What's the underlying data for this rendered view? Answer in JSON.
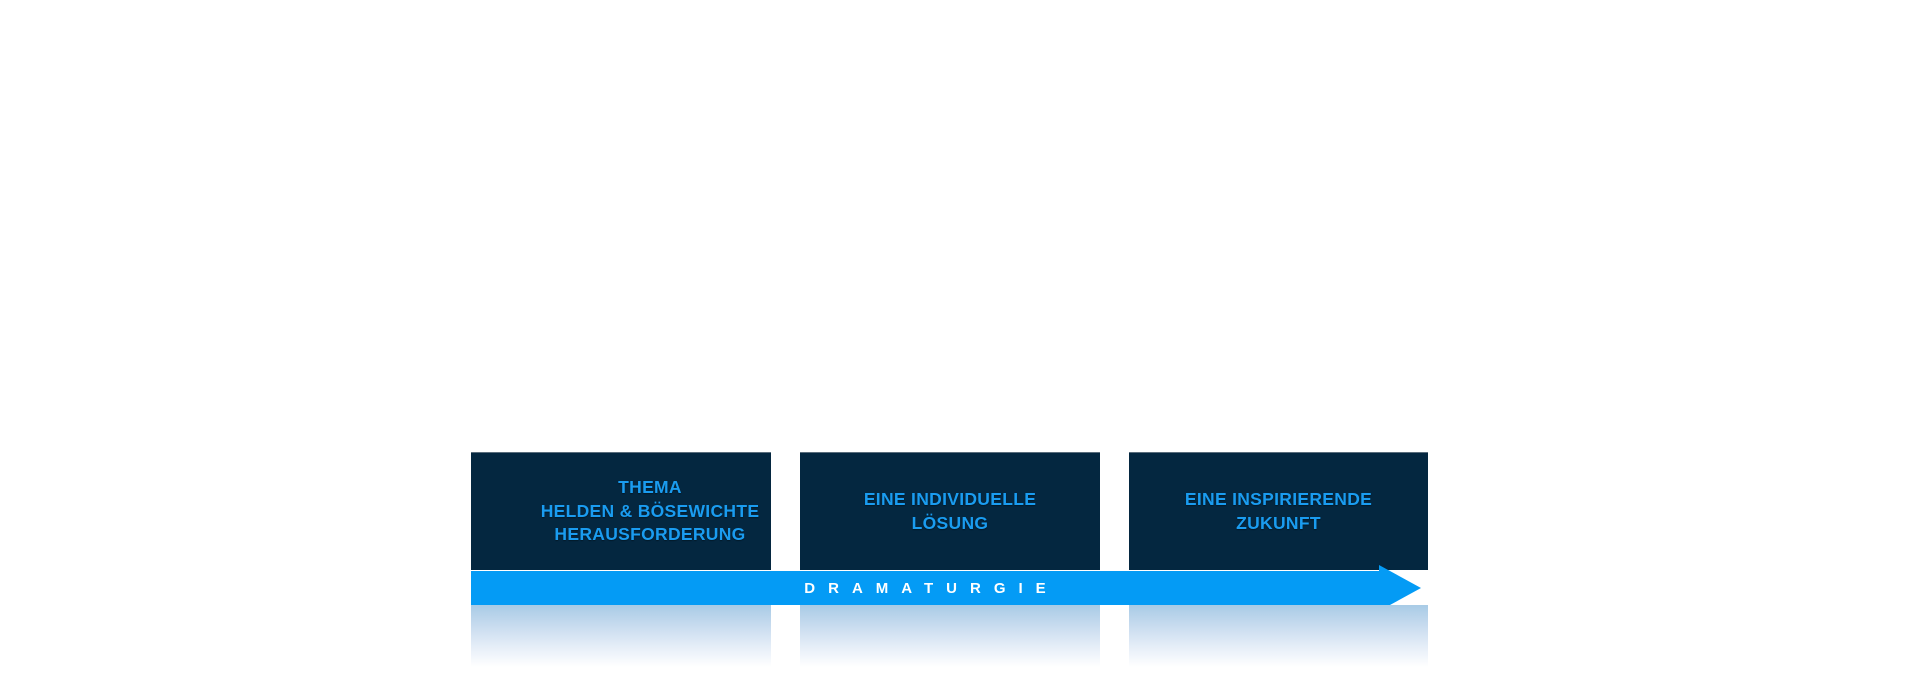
{
  "slide": {
    "background_color": "#ffffff",
    "card_color": "#042740",
    "card_text_color": "#1a9cf0",
    "arrow_color": "#049bf5",
    "arrow_text_color": "#ffffff"
  },
  "cards": [
    {
      "id": "card-thema",
      "lines": [
        "THEMA",
        "HELDEN & BÖSEWICHTE",
        "HERAUSFORDERUNG"
      ],
      "text": "THEMA\nHELDEN & BÖSEWICHTE\nHERAUSFORDERUNG"
    },
    {
      "id": "card-loesung",
      "lines": [
        "EINE INDIVIDUELLE",
        "LÖSUNG"
      ],
      "text": "EINE INDIVIDUELLE\nLÖSUNG"
    },
    {
      "id": "card-zukunft",
      "lines": [
        "EINE INSPIRIERENDE",
        "ZUKUNFT"
      ],
      "text": "EINE INSPIRIERENDE\nZUKUNFT"
    }
  ],
  "arrow": {
    "label": "DRAMATURGIE",
    "direction": "right"
  }
}
